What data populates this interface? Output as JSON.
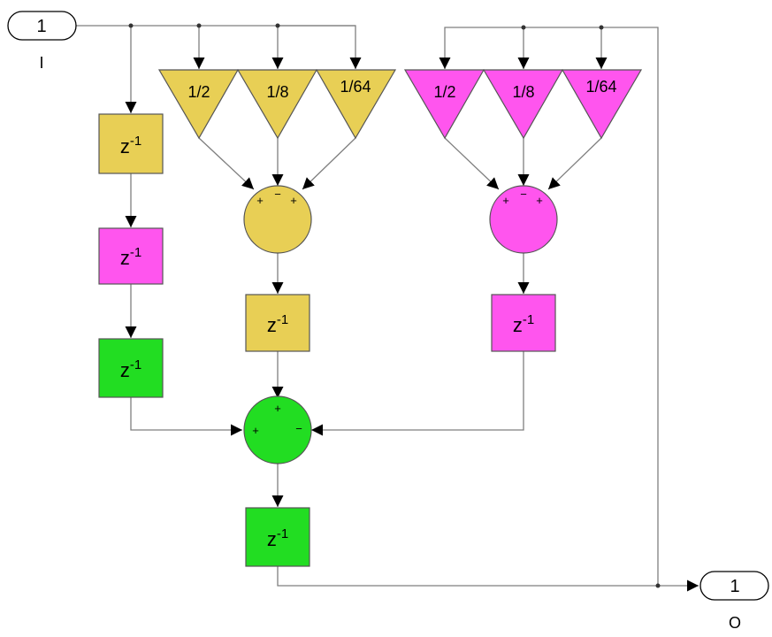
{
  "ports": {
    "input": {
      "number": "1",
      "name": "I"
    },
    "output": {
      "number": "1",
      "name": "O"
    }
  },
  "delay_label": {
    "base": "z",
    "exponent": "-1"
  },
  "gains": {
    "yellow": [
      "1/2",
      "1/8",
      "1/64"
    ],
    "magenta": [
      "1/2",
      "1/8",
      "1/64"
    ]
  },
  "sums": {
    "yellow": [
      "+",
      "−",
      "+"
    ],
    "magenta": [
      "+",
      "−",
      "+"
    ],
    "green": [
      "+",
      "+",
      "−"
    ]
  },
  "colors": {
    "yellow": "#e8cf55",
    "magenta": "#ff55ee",
    "green": "#22dd22",
    "wire": "#7f7f7f"
  }
}
